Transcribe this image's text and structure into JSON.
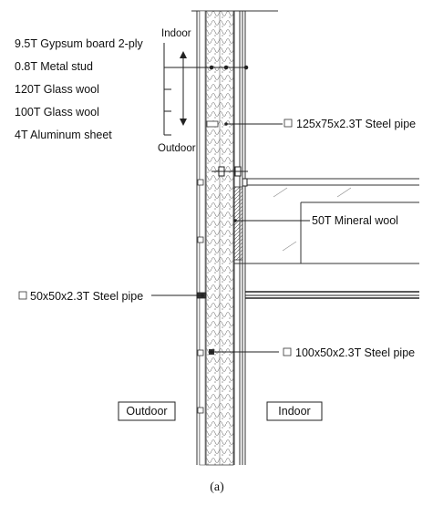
{
  "layer_labels": [
    "9.5T Gypsum board 2-ply",
    "0.8T Metal stud",
    "120T Glass wool",
    "100T Glass wool",
    "4T Aluminum sheet"
  ],
  "direction": {
    "top": "Indoor",
    "bottom": "Outdoor"
  },
  "callouts": {
    "steel_pipe_125": "125x75x2.3T Steel pipe",
    "mineral_wool": "50T Mineral wool",
    "steel_pipe_50": "50x50x2.3T Steel pipe",
    "steel_pipe_100": "100x50x2.3T Steel pipe"
  },
  "side_boxes": {
    "outdoor": "Outdoor",
    "indoor": "Indoor"
  },
  "caption": "(a)"
}
